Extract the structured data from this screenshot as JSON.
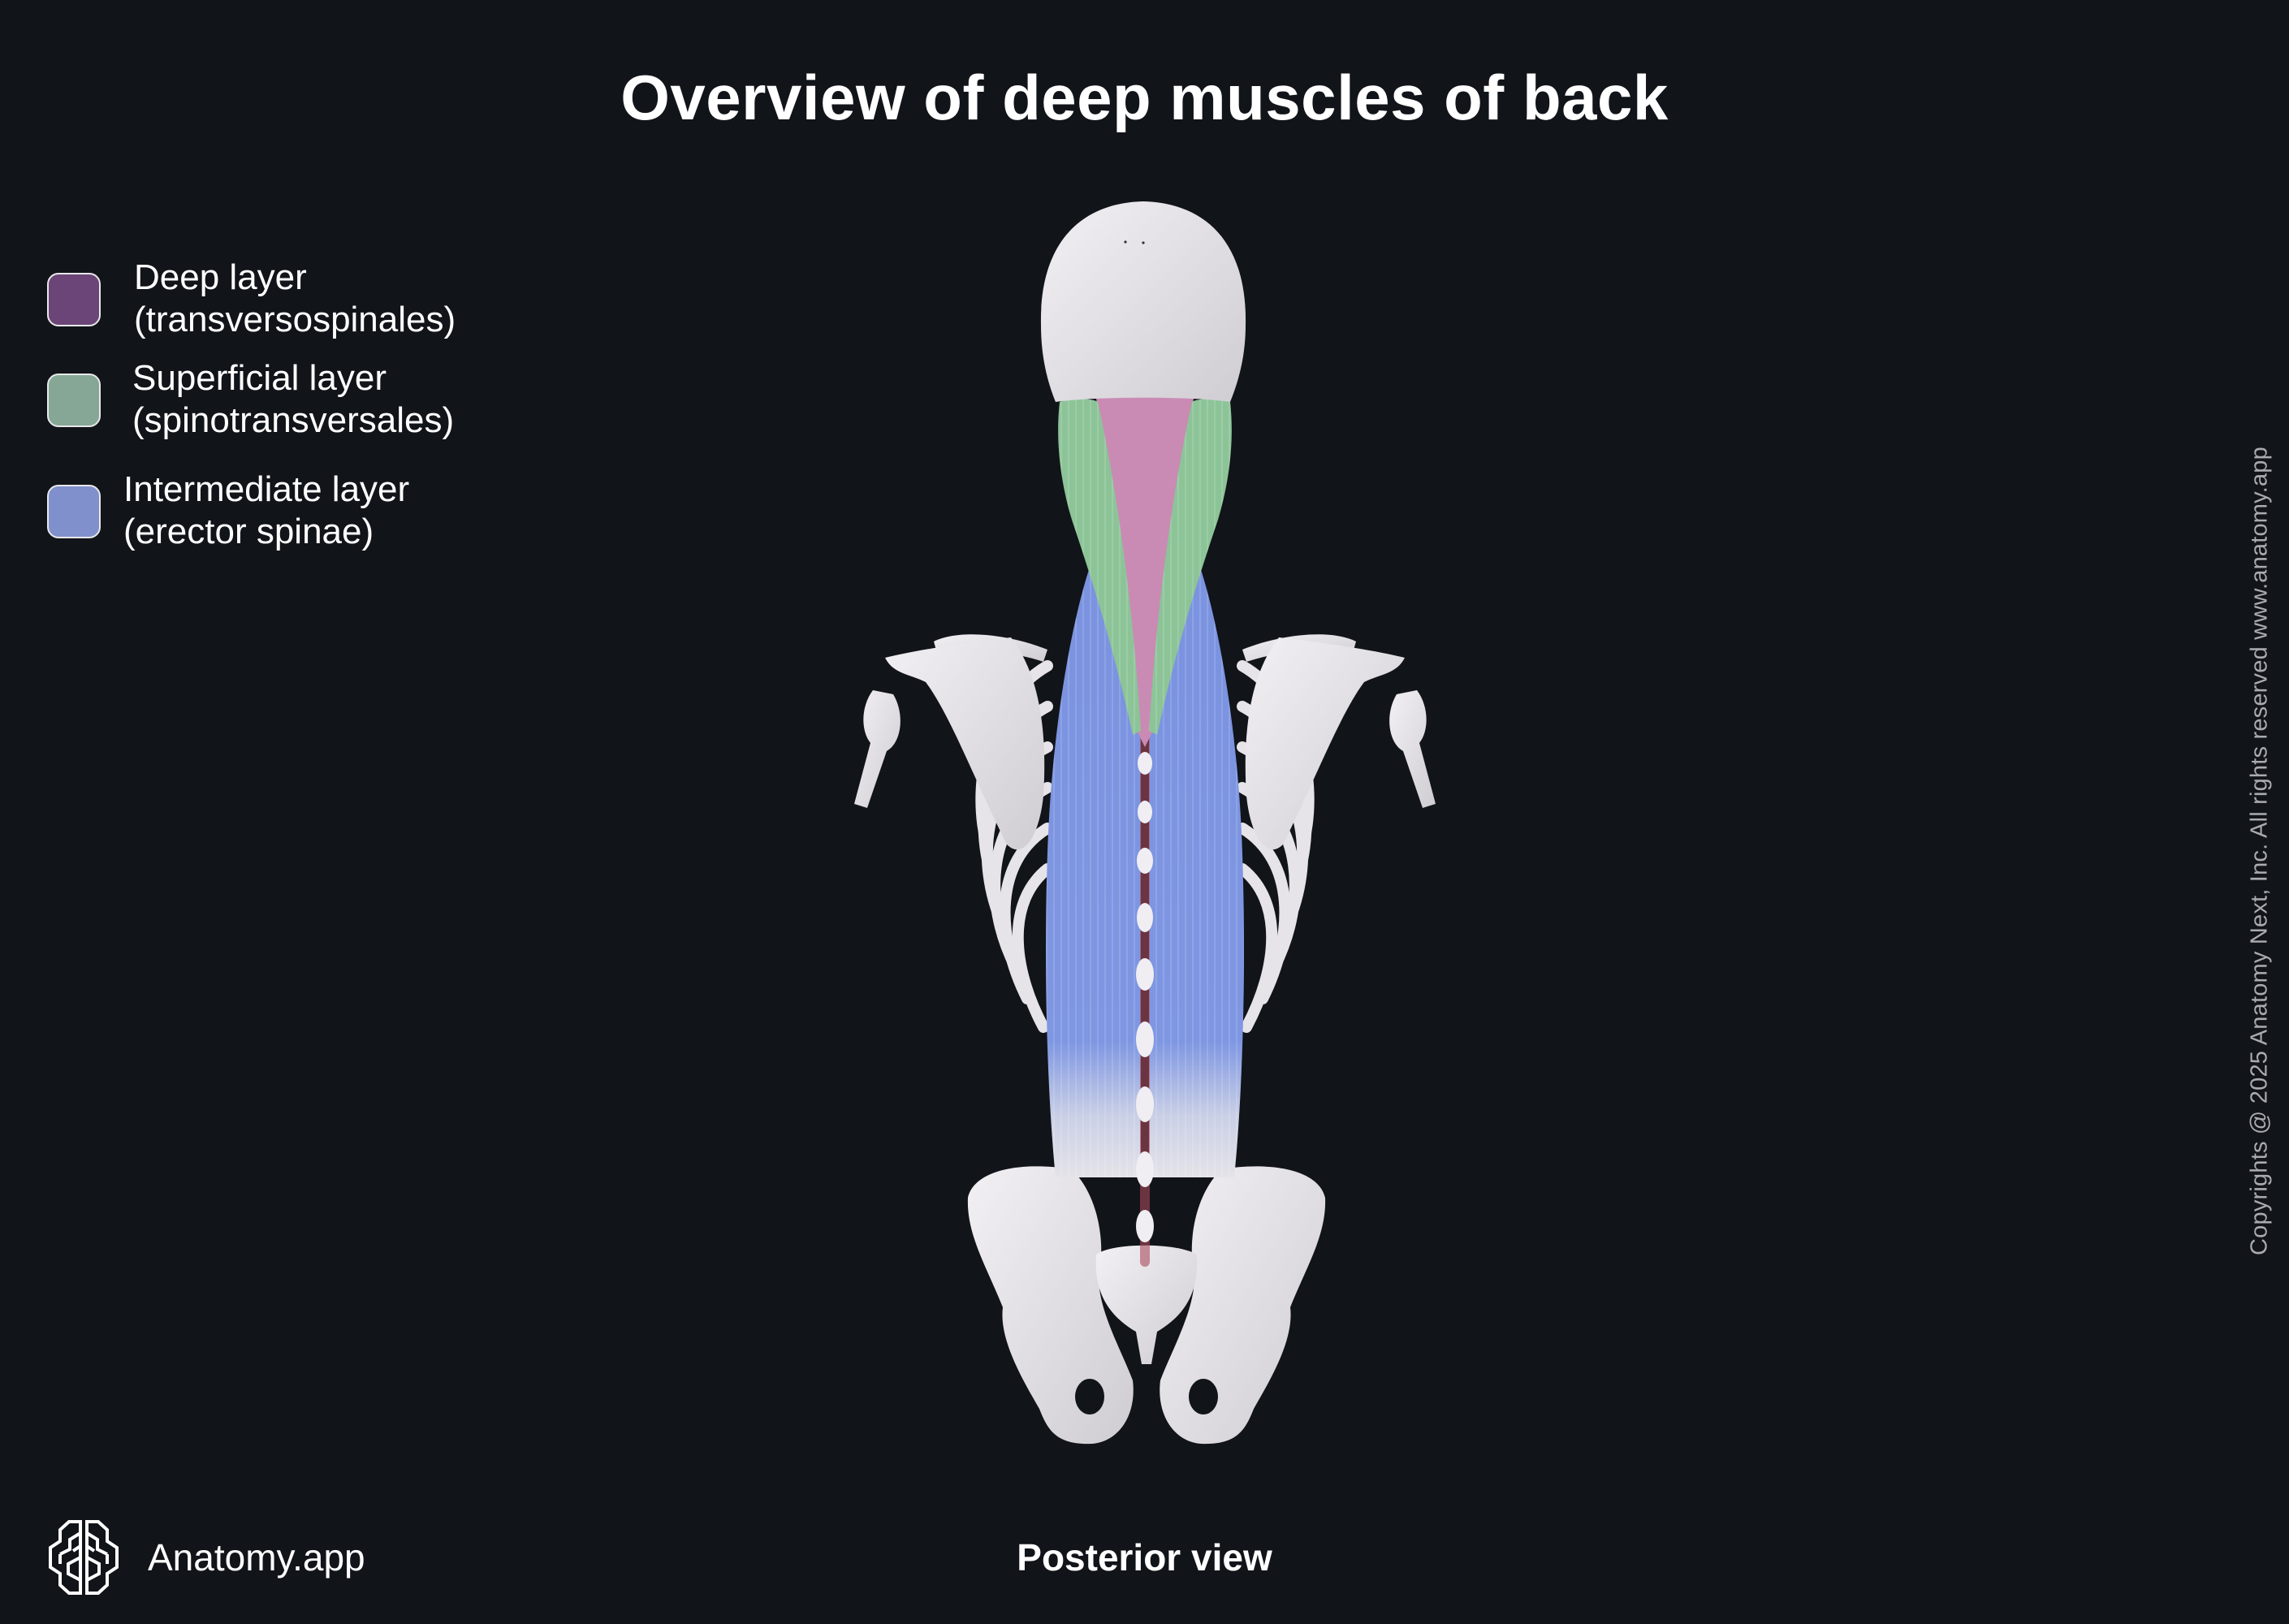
{
  "header": {
    "title": "Overview of deep muscles of back"
  },
  "legend": {
    "items": [
      {
        "line1": "Deep layer",
        "line2": "(transversospinales)",
        "color": "#6b4577",
        "icon": "color-swatch"
      },
      {
        "line1": "Superficial layer",
        "line2": "(spinotransversales)",
        "color": "#86a796",
        "icon": "color-swatch"
      },
      {
        "line1": "Intermediate layer",
        "line2": "(erector spinae)",
        "color": "#7f90cc",
        "icon": "color-swatch"
      }
    ]
  },
  "figure": {
    "subject": "posterior-torso-skeleton-with-deep-back-muscles",
    "colors": {
      "bone": "#e9e7ea",
      "deep_muscle": "#c98bb4",
      "superficial_muscle": "#8cc498",
      "intermediate_muscle": "#7d95e0"
    }
  },
  "caption": {
    "view_label": "Posterior view"
  },
  "footer": {
    "brand_name": "Anatomy.app",
    "logo_icon": "brain-logo-icon",
    "copyright": "Copyrights @ 2025 Anatomy Next, Inc. All rights reserved www.anatomy.app"
  }
}
